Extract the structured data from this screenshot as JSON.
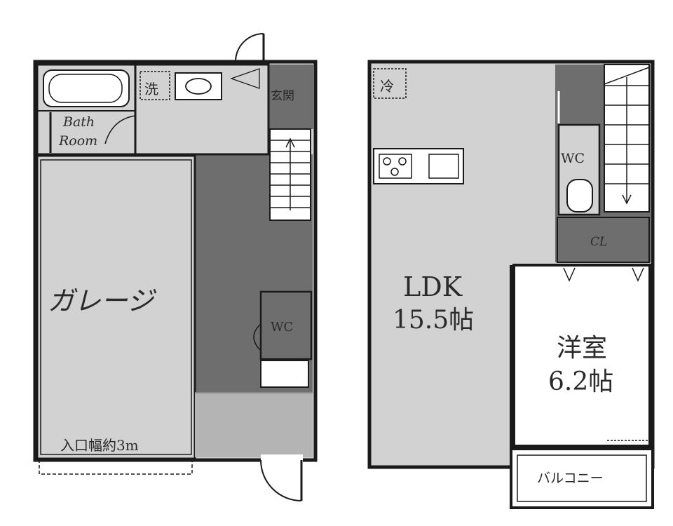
{
  "floor1": {
    "bathroom_label_line1": "Bath",
    "bathroom_label_line2": "Room",
    "washer_label": "洗",
    "entrance_label": "玄関",
    "garage_label": "ガレージ",
    "garage_width_label": "入口幅約3m",
    "wc_label": "WC"
  },
  "floor2": {
    "fridge_label": "冷",
    "ldk_label": "LDK",
    "ldk_size": "15.5帖",
    "wc_label": "WC",
    "closet_label": "CL",
    "bedroom_label": "洋室",
    "bedroom_size": "6.2帖",
    "balcony_label": "バルコニー"
  },
  "colors": {
    "wall": "#1a1a1a",
    "room_fill": "#d2d2d2",
    "dark_fill": "#6e6e6e",
    "white": "#ffffff"
  }
}
